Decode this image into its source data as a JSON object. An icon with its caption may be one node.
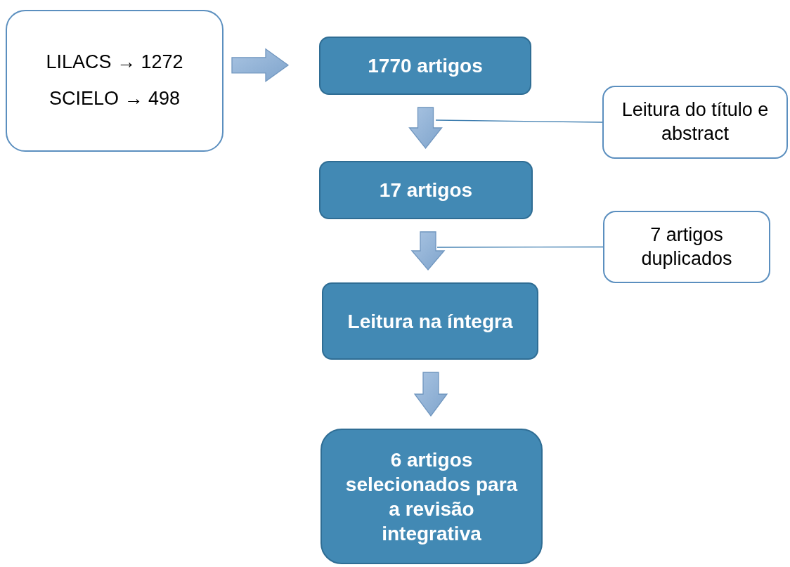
{
  "diagram": {
    "nodes": [
      {
        "text": [
          "LILACS → 1272",
          "SCIELO → 498"
        ]
      },
      {
        "text": [
          "1770 artigos"
        ]
      },
      {
        "text": [
          "Leitura do título e abstract"
        ]
      },
      {
        "text": [
          "17 artigos"
        ]
      },
      {
        "text": [
          "7 artigos duplicados"
        ]
      },
      {
        "text": [
          "Leitura na íntegra"
        ]
      },
      {
        "text": [
          "6 artigos selecionados para a revisão integrativa"
        ]
      }
    ],
    "edges": [
      {
        "from": 0,
        "to": 1,
        "arrow": "to"
      },
      {
        "from": 1,
        "to": 3,
        "arrow": "to"
      },
      {
        "from": 3,
        "to": 5,
        "arrow": "to"
      },
      {
        "from": 5,
        "to": 6,
        "arrow": "to"
      },
      {
        "from": 2,
        "to": null,
        "arrow": "none"
      },
      {
        "from": 4,
        "to": null,
        "arrow": "none"
      }
    ]
  }
}
